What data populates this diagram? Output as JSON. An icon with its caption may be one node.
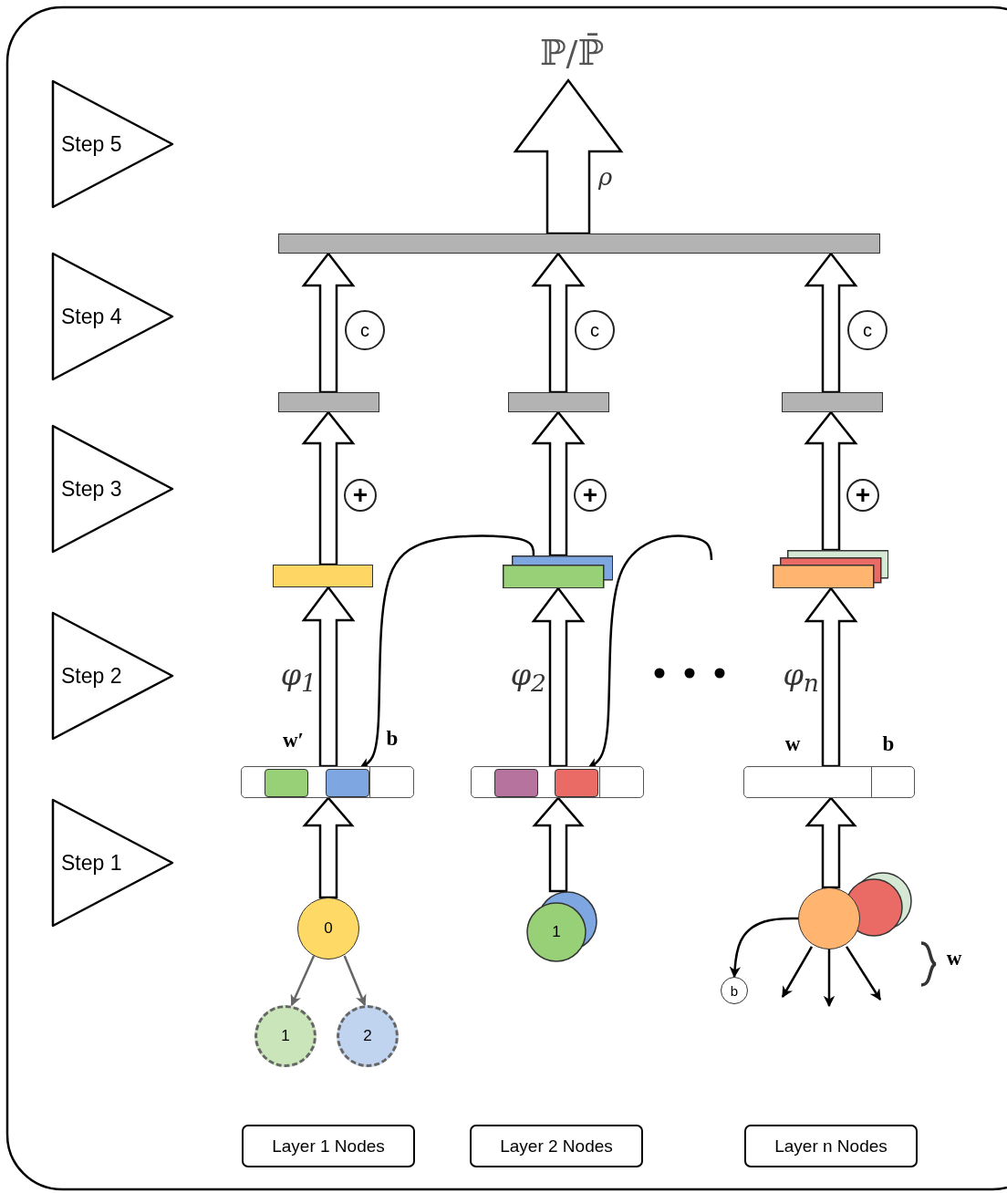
{
  "diagram": {
    "nodes": [
      {
        "text": [
          "Step 5"
        ]
      },
      {
        "text": [
          "ℙ/ℙ̄"
        ]
      },
      {
        "text": [
          "Step 4"
        ]
      },
      {
        "text": [],
        "shape": "bar"
      },
      {
        "text": [],
        "shape": "bar"
      },
      {
        "text": [],
        "shape": "bar"
      },
      {
        "text": [],
        "shape": "bar"
      },
      {
        "text": [
          "Step 3"
        ]
      },
      {
        "text": [],
        "shape": "bar"
      },
      {
        "text": [],
        "shape": "bar"
      },
      {
        "text": [],
        "shape": "bar"
      },
      {
        "text": [
          "Step 2"
        ]
      },
      {
        "text": [],
        "shape": "box",
        "beside": [
          "w′",
          "b"
        ]
      },
      {
        "text": [],
        "shape": "box",
        "in": 12
      },
      {
        "text": [],
        "shape": "box",
        "in": 12
      },
      {
        "text": [],
        "shape": "box"
      },
      {
        "text": [],
        "shape": "box",
        "in": 15
      },
      {
        "text": [],
        "shape": "box",
        "in": 15
      },
      {
        "text": [],
        "shape": "box",
        "beside": [
          "w",
          "b"
        ]
      },
      {
        "text": [
          "Step 1"
        ]
      },
      {
        "text": [
          "0"
        ]
      },
      {
        "text": [
          "1"
        ]
      },
      {
        "text": [
          "2"
        ]
      },
      {
        "text": [
          "1"
        ]
      },
      {
        "text": [],
        "shape": "circle"
      },
      {
        "text": [
          "b"
        ]
      },
      {
        "text": [
          "Layer 1 Nodes"
        ]
      },
      {
        "text": [
          "Layer 2 Nodes"
        ]
      },
      {
        "text": [
          "Layer n Nodes"
        ]
      }
    ],
    "edges": [
      {
        "from": 3,
        "to": 1,
        "arrow": "to",
        "style": "thick",
        "label": "ρ"
      },
      {
        "from": 4,
        "to": 3,
        "arrow": "to",
        "style": "thick",
        "label": "c"
      },
      {
        "from": 5,
        "to": 3,
        "arrow": "to",
        "style": "thick",
        "label": "c"
      },
      {
        "from": 6,
        "to": 3,
        "arrow": "to",
        "style": "thick",
        "label": "c"
      },
      {
        "from": 8,
        "to": 4,
        "arrow": "to",
        "style": "thick",
        "label": "+"
      },
      {
        "from": 9,
        "to": 5,
        "arrow": "to",
        "style": "thick",
        "label": "+"
      },
      {
        "from": 10,
        "to": 6,
        "arrow": "to",
        "style": "thick",
        "label": "+"
      },
      {
        "from": 12,
        "to": 8,
        "arrow": "to",
        "style": "thick",
        "label": "φ$_{1}$"
      },
      {
        "from": 15,
        "to": 9,
        "arrow": "to",
        "style": "thick",
        "label": "φ$_{2}$"
      },
      {
        "from": 18,
        "to": 10,
        "arrow": "to",
        "style": "thick",
        "label": "φ$_{n}$"
      },
      {
        "from": 20,
        "to": 12,
        "arrow": "to",
        "style": "thick"
      },
      {
        "from": 23,
        "to": 15,
        "arrow": "to",
        "style": "thick"
      },
      {
        "from": 24,
        "to": 18,
        "arrow": "to",
        "style": "thick"
      },
      {
        "from": 9,
        "to": 14,
        "arrow": "to"
      },
      {
        "from": null,
        "to": 17,
        "arrow": "to"
      },
      {
        "from": 20,
        "to": 21,
        "arrow": "to",
        "color": "#666666"
      },
      {
        "from": 20,
        "to": 22,
        "arrow": "to",
        "color": "#666666"
      },
      {
        "from": 24,
        "to": 25,
        "arrow": "to"
      },
      {
        "from": 24,
        "to": null,
        "arrow": "to"
      },
      {
        "from": 24,
        "to": null,
        "arrow": "to"
      },
      {
        "from": 24,
        "to": null,
        "arrow": "to"
      }
    ],
    "labels": [
      "w"
    ]
  }
}
